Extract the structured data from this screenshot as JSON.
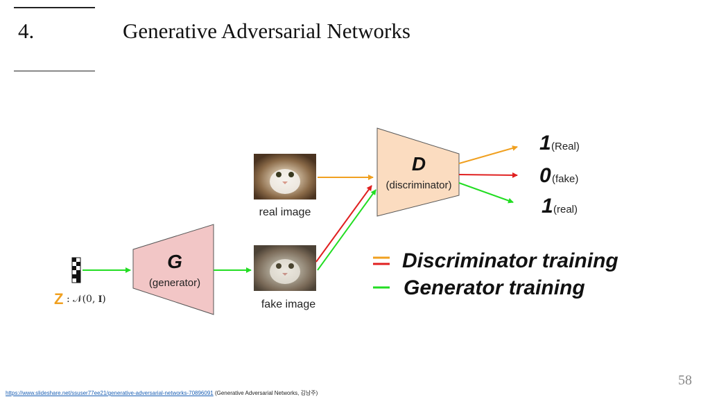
{
  "slide": {
    "section_number": "4.",
    "title": "Generative Adversarial Networks",
    "page_number": "58"
  },
  "source": {
    "url": "https://www.slideshare.net/ssuser77ee21/generative-adversarial-networks-70896091",
    "note": " (Generative Adversarial Networks, 김남주)"
  },
  "diagram": {
    "z_symbol": "Z",
    "z_dist": ": 𝒩(0, 𝐈)",
    "generator": {
      "letter": "G",
      "label": "(generator)"
    },
    "discriminator": {
      "letter": "D",
      "label": "(discriminator)"
    },
    "real_image_label": "real image",
    "fake_image_label": "fake image",
    "outputs": [
      {
        "digit": "1",
        "label": "(Real)"
      },
      {
        "digit": "0",
        "label": "(fake)"
      },
      {
        "digit": "1",
        "label": "(real)"
      }
    ],
    "legend": [
      {
        "label": "Discriminator training",
        "color": "#f0a020"
      },
      {
        "label": "Generator training",
        "color": "#22dd22"
      }
    ],
    "colors": {
      "generator_fill": "#f2c6c6",
      "discriminator_fill": "#fbdcc0",
      "orange_arrow": "#f0a020",
      "red_arrow": "#e02020",
      "green_arrow": "#22dd22",
      "z_color": "#f0a020"
    }
  }
}
